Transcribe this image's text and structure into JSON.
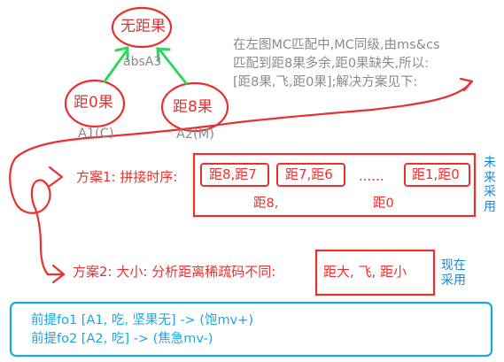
{
  "diagram": {
    "nodes": {
      "top": "无距果",
      "left": "距0果",
      "right": "距8果",
      "rel_label": "absA3",
      "left_sub": "A1(C)",
      "right_sub": "A2(M)"
    },
    "note": "在左图MC匹配中,MC同级,由ms&cs\n匹配到距8果多余,距0果缺失,所以:\n[距8果,飞,距0果];解决方案见下:",
    "plan1": {
      "label": "方案1: 拼接时序:",
      "cells": [
        "距8,距7",
        "距7,距6",
        "......",
        "距1,距0"
      ],
      "sub_a": "距8,",
      "sub_b": "距0",
      "side": "未\n来\n采\n用"
    },
    "plan2": {
      "label": "方案2: 大小: 分析距离稀疏码不同:",
      "box": "距大, 飞, 距小",
      "side": "现在\n采用"
    },
    "premise": {
      "line1": "前提fo1 [A1, 吃, 坚果无] -> (饱mv+)",
      "line2": "前提fo2 [A2, 吃] -> (焦急mv-)"
    },
    "colors": {
      "red": "#e8312f",
      "green": "#2fd65a",
      "blue": "#1a86d6",
      "cyan": "#1aa7e6",
      "gray": "#8a8a8a"
    }
  }
}
